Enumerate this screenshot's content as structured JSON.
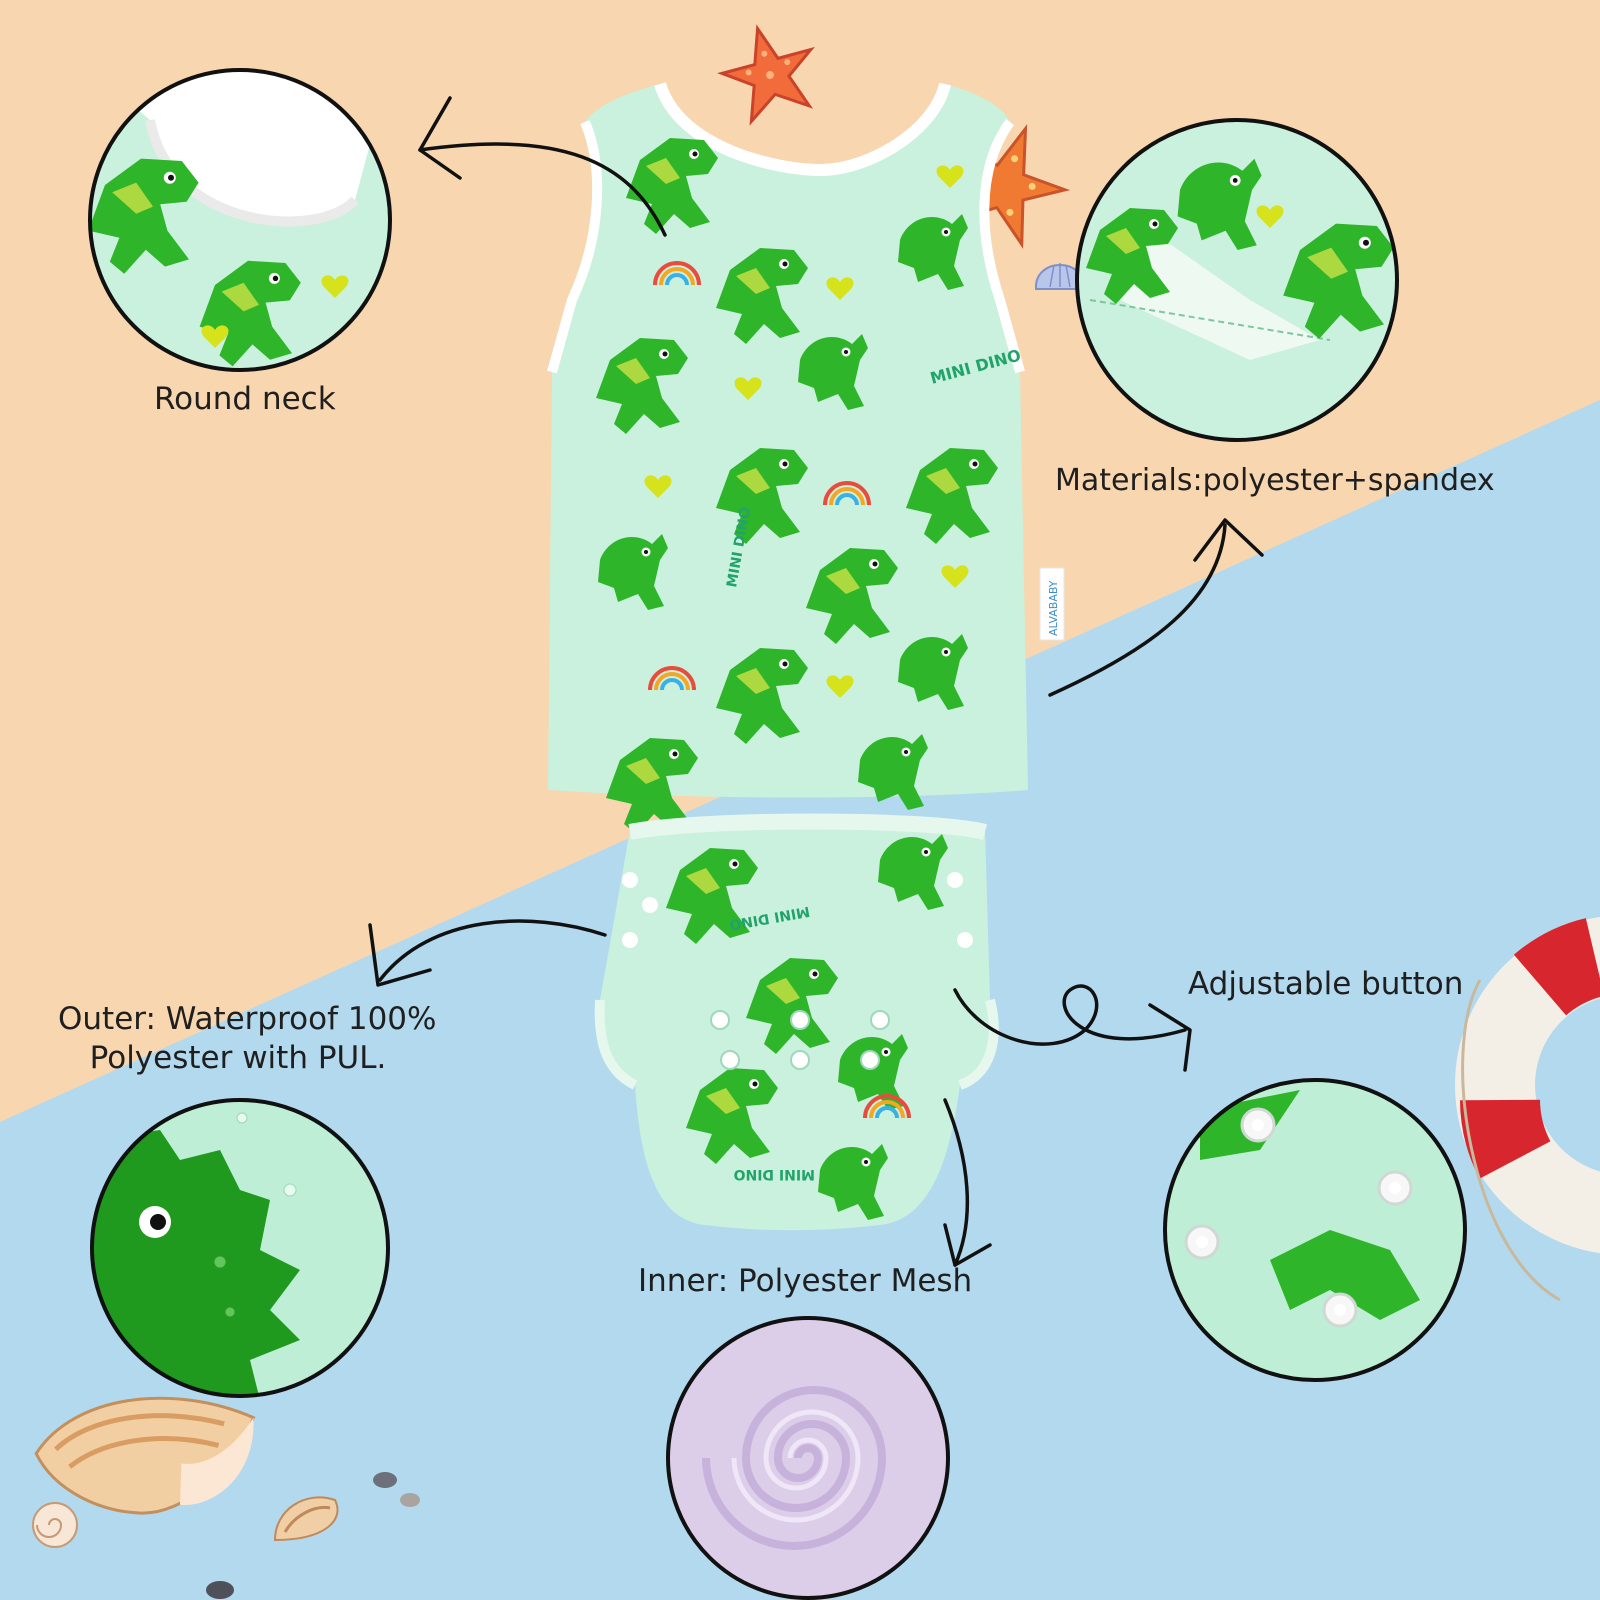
{
  "callouts": {
    "round_neck": "Round neck",
    "materials": "Materials:polyester+spandex",
    "outer_line1": "Outer: Waterproof 100%",
    "outer_line2": "Polyester with PUL.",
    "adjustable": "Adjustable button",
    "inner": "Inner: Polyester Mesh"
  },
  "garment_print": {
    "brand": "ALVABABY",
    "motif_text": "MINI DINO"
  },
  "colors": {
    "background_peach": "#f8d6b0",
    "background_blue": "#b2d9ee",
    "fabric_mint": "#c9f1dd",
    "dino_green": "#2fb52a",
    "mesh_lilac": "#dccde9",
    "starfish_orange": "#f26b3a",
    "lifebuoy_red": "#d8262e"
  }
}
